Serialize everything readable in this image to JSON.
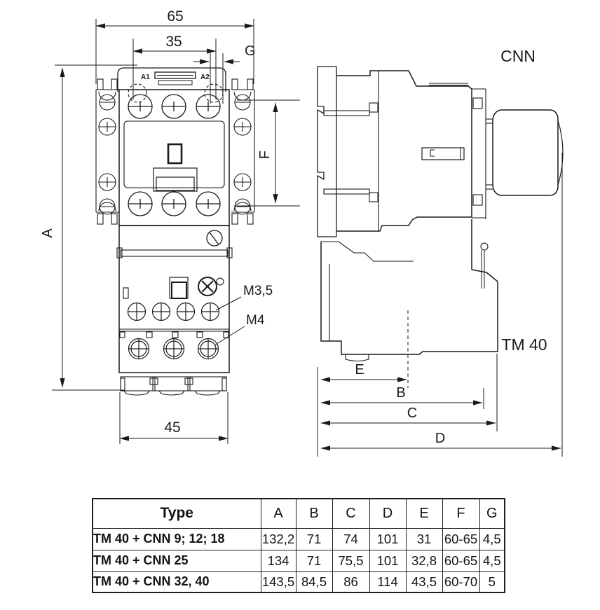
{
  "drawing": {
    "front": {
      "dim_width_top": "65",
      "dim_coil_terminals": "35",
      "dim_g": "G",
      "dim_height": "A",
      "dim_mounting_vertical": "F",
      "dim_width_bottom": "45",
      "label_aux_thread": "M3,5",
      "label_main_thread": "M4",
      "terminal_a1": "A1",
      "terminal_a2": "A2"
    },
    "side": {
      "contactor_label": "CNN",
      "relay_label": "TM 40",
      "dim_e": "E",
      "dim_b": "B",
      "dim_c": "C",
      "dim_d": "D"
    }
  },
  "table": {
    "headers": [
      "Type",
      "A",
      "B",
      "C",
      "D",
      "E",
      "F",
      "G"
    ],
    "rows": [
      [
        "TM 40 + CNN 9; 12; 18",
        "132,2",
        "71",
        "74",
        "101",
        "31",
        "60-65",
        "4,5"
      ],
      [
        "TM 40 + CNN 25",
        "134",
        "71",
        "75,5",
        "101",
        "32,8",
        "60-65",
        "4,5"
      ],
      [
        "TM 40 + CNN 32, 40",
        "143,5",
        "84,5",
        "86",
        "114",
        "43,5",
        "60-70",
        "5"
      ]
    ]
  }
}
